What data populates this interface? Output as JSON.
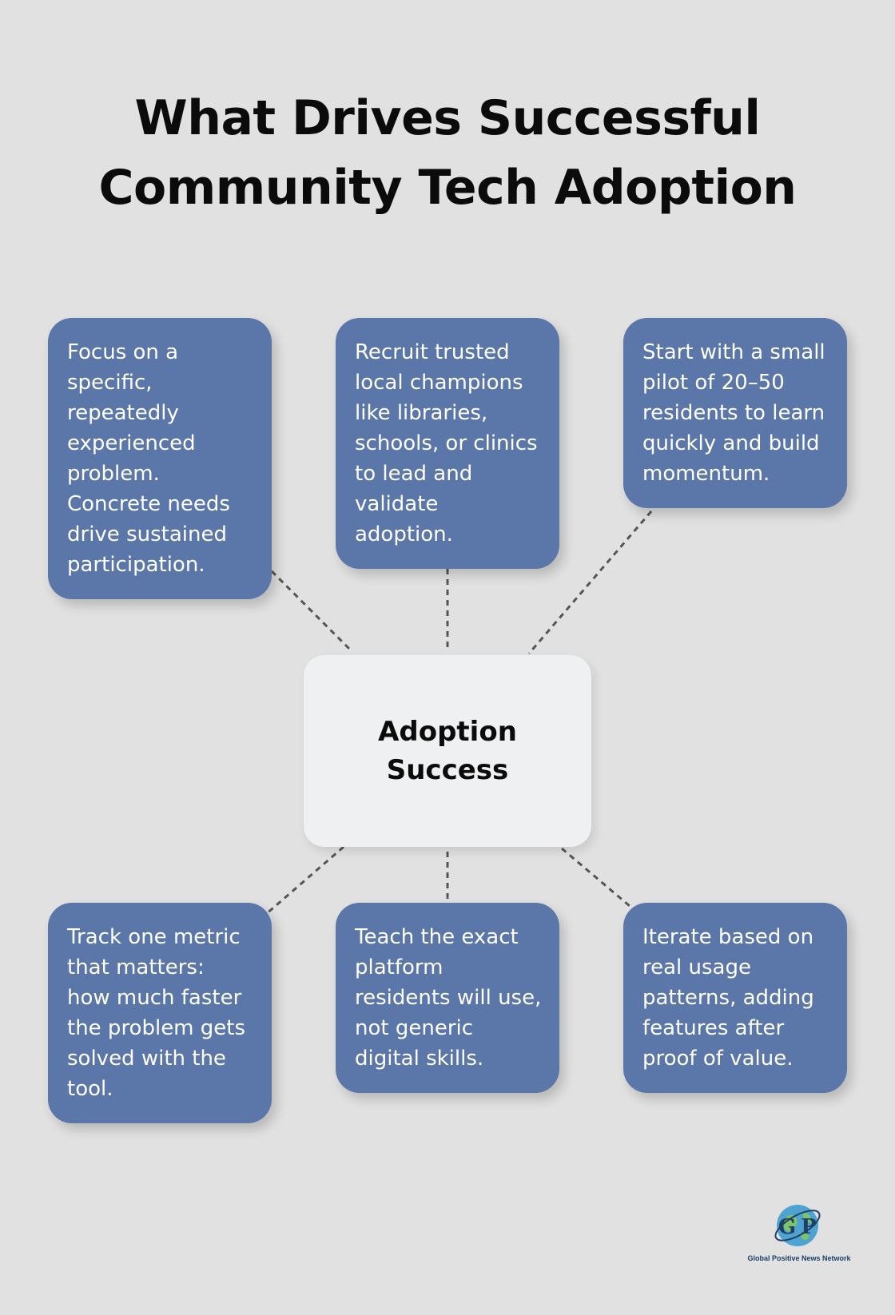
{
  "title": {
    "line1": "What Drives Successful",
    "line2": "Community Tech Adoption"
  },
  "center_node": {
    "label": "Adoption Success"
  },
  "factors": [
    {
      "lines": [
        "Focus on a",
        "specific,",
        "repeatedly",
        "experienced",
        "problem.",
        "Concrete needs",
        "drive sustained",
        "participation."
      ]
    },
    {
      "lines": [
        "Recruit trusted",
        "local champions",
        "like libraries,",
        "schools, or clinics",
        "to lead and",
        "validate",
        "adoption."
      ]
    },
    {
      "lines": [
        "Start with a small",
        "pilot of 20–50",
        "residents to learn",
        "quickly and build",
        "momentum."
      ]
    },
    {
      "lines": [
        "Track one metric",
        "that matters:",
        "how much faster",
        "the problem gets",
        "solved with the",
        "tool."
      ]
    },
    {
      "lines": [
        "Teach the exact",
        "platform",
        "residents will use,",
        "not generic",
        "digital skills."
      ]
    },
    {
      "lines": [
        "Iterate based on",
        "real usage",
        "patterns, adding",
        "features after",
        "proof of value."
      ]
    }
  ],
  "logo": {
    "text": "Global Positive News Network",
    "mark_left": "G",
    "mark_right": "P"
  },
  "colors": {
    "background": "#e0e1e0",
    "card": "#5b76a9",
    "card_text": "#ffffff",
    "center_node": "#eff0f1",
    "connector": "#555555",
    "title": "#0b0b0b"
  }
}
